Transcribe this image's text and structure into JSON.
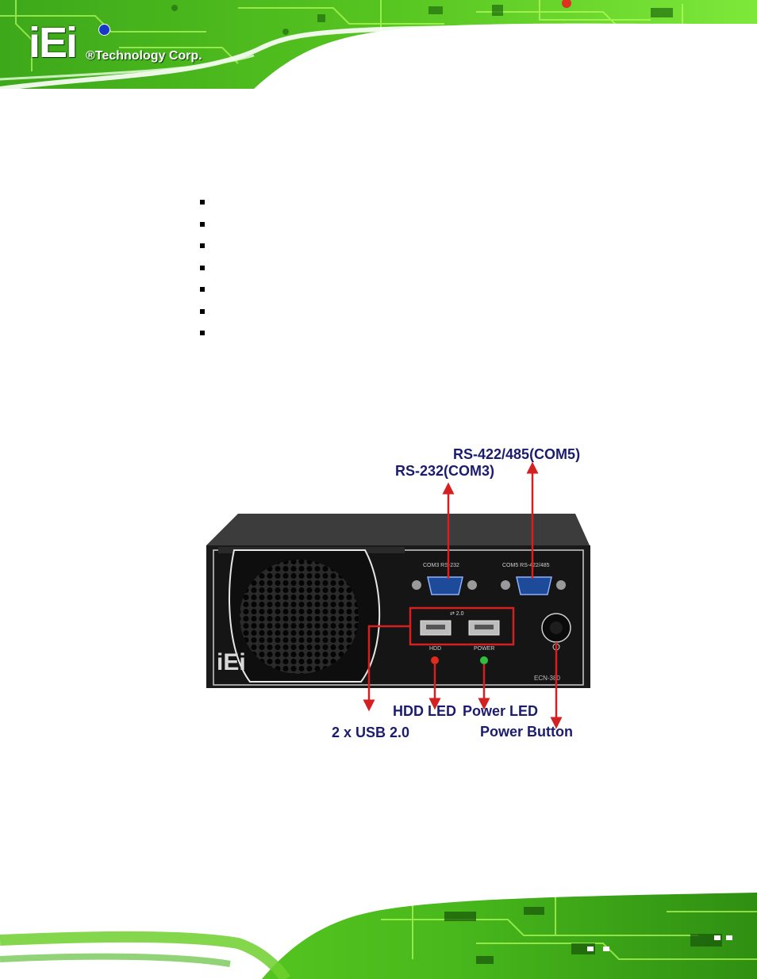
{
  "header": {
    "logo_mark": "iEi",
    "brand": "®Technology Corp."
  },
  "bullets": {
    "count": 7
  },
  "figure": {
    "device": {
      "panel_labels": {
        "com3": "COM3 RS-232",
        "com5": "COM5 RS-422/485",
        "usb": "2.0",
        "hdd": "HDD",
        "power": "POWER",
        "model": "ECN-380",
        "logo": "iEi"
      }
    },
    "callouts": {
      "rs422": "RS-422/485(COM5)",
      "rs232": "RS-232(COM3)",
      "hdd_led": "HDD LED",
      "power_led": "Power LED",
      "usb": "2 x USB 2.0",
      "power_button": "Power Button"
    },
    "colors": {
      "arrow": "#d42020",
      "callout_text": "#1c1c6e",
      "highlight_box": "#d42020"
    }
  }
}
